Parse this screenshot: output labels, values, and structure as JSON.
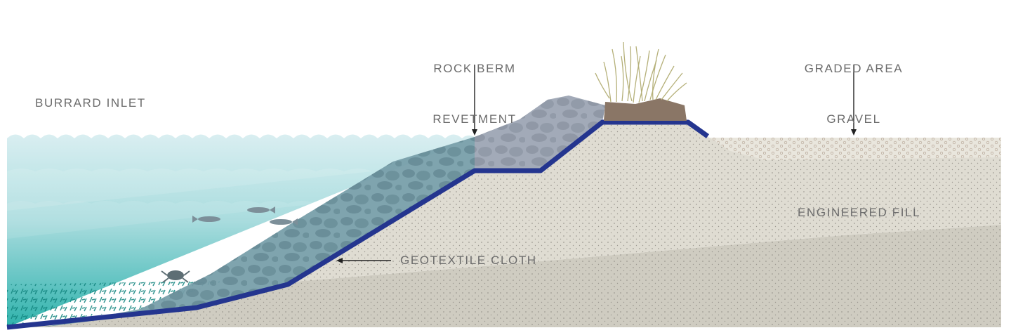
{
  "labels": {
    "burrard_inlet": "BURRARD INLET",
    "rock_berm": [
      "ROCK BERM",
      "REVETMENT"
    ],
    "graded_area": [
      "GRADED AREA",
      "GRAVEL"
    ],
    "engineered_fill": "ENGINEERED FILL",
    "geotextile_cloth": "GEOTEXTILE CLOTH"
  },
  "colors": {
    "label_text": "#6b6b6b",
    "water_surface": "#d9eef1",
    "water_mid": "#a9dcde",
    "water_deep": "#6cc7c6",
    "water_bottom": "#2fb3ac",
    "rock_fill": "#8e98a8",
    "rock_stone": "#6f7989",
    "geotextile": "#24358f",
    "fill_light": "#dfdcd2",
    "fill_dark": "#cfccc1",
    "gravel": "#e9e6dd",
    "topsoil": "#8a7666",
    "grass": "#b5b079"
  }
}
